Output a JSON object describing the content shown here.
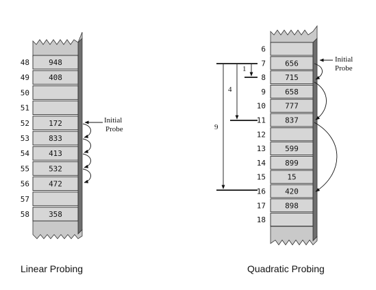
{
  "linear": {
    "caption": "Linear Probing",
    "rows": [
      {
        "index": "48",
        "value": "948"
      },
      {
        "index": "49",
        "value": "408"
      },
      {
        "index": "50",
        "value": ""
      },
      {
        "index": "51",
        "value": ""
      },
      {
        "index": "52",
        "value": "172"
      },
      {
        "index": "53",
        "value": "833"
      },
      {
        "index": "54",
        "value": "413"
      },
      {
        "index": "55",
        "value": "532"
      },
      {
        "index": "56",
        "value": "472"
      },
      {
        "index": "57",
        "value": ""
      },
      {
        "index": "58",
        "value": "358"
      }
    ],
    "probe_label_line1": "Initial",
    "probe_label_line2": "Probe"
  },
  "quadratic": {
    "caption": "Quadratic Probing",
    "rows": [
      {
        "index": "6",
        "value": ""
      },
      {
        "index": "7",
        "value": "656"
      },
      {
        "index": "8",
        "value": "715"
      },
      {
        "index": "9",
        "value": "658"
      },
      {
        "index": "10",
        "value": "777"
      },
      {
        "index": "11",
        "value": "837"
      },
      {
        "index": "12",
        "value": ""
      },
      {
        "index": "13",
        "value": "599"
      },
      {
        "index": "14",
        "value": "899"
      },
      {
        "index": "15",
        "value": "15"
      },
      {
        "index": "16",
        "value": "420"
      },
      {
        "index": "17",
        "value": "898"
      },
      {
        "index": "18",
        "value": ""
      }
    ],
    "probe_label_line1": "Initial",
    "probe_label_line2": "Probe",
    "step_labels": [
      "1",
      "4",
      "9"
    ]
  }
}
